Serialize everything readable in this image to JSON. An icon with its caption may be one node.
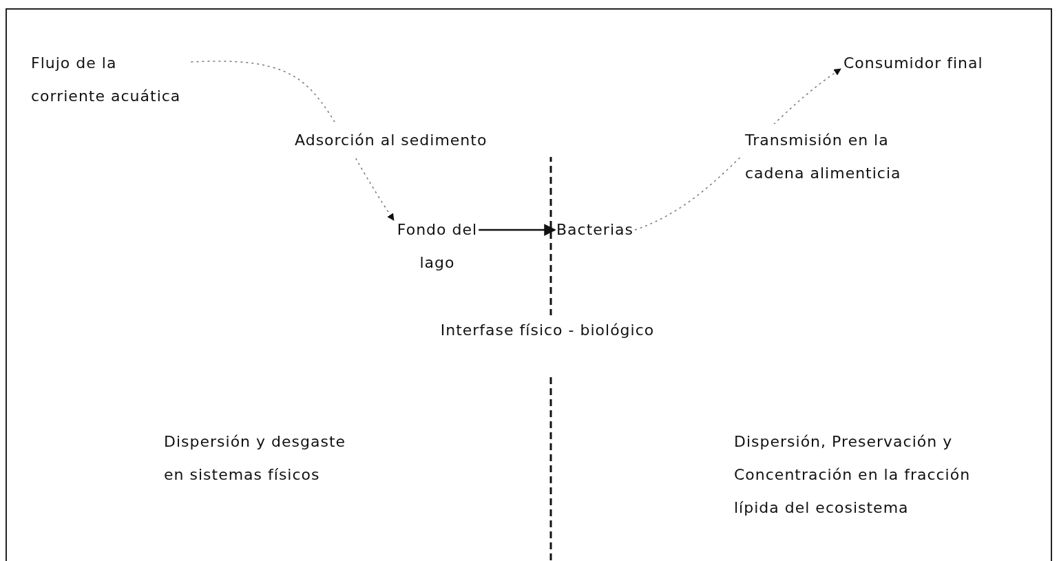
{
  "diagram": {
    "nodes": [
      {
        "text": [
          "Flujo de la corriente acuática"
        ]
      },
      {
        "text": [
          "Fondo del lago"
        ]
      },
      {
        "text": [
          "Bacterias"
        ]
      },
      {
        "text": [
          "Consumidor final"
        ]
      }
    ],
    "edges": [
      {
        "from": 0,
        "to": 1,
        "arrow": "to",
        "style": "dashed",
        "label": "Adsorción al sedimento"
      },
      {
        "from": 1,
        "to": 2,
        "arrow": "to",
        "color": "#111111"
      },
      {
        "from": 2,
        "to": 3,
        "arrow": "to",
        "style": "dashed",
        "label": "Transmisión en la cadena alimenticia"
      }
    ],
    "labels": [
      "Interfase físico - biológico",
      "Dispersión y desgaste en sistemas físicos",
      "Dispersión, Preservación y Concentración en la fracción lípida del ecosistema"
    ]
  }
}
